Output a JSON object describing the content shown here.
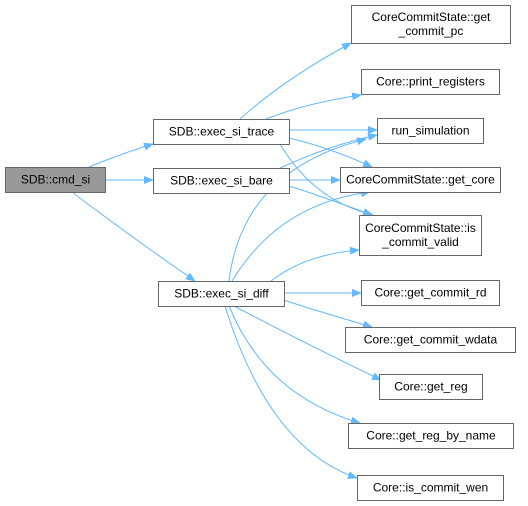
{
  "diagram": {
    "edge_color": "#63b8ff",
    "root_fill": "#999999",
    "node_fill": "#ffffff",
    "border_color": "#666666",
    "nodes": [
      {
        "id": "cmd_si",
        "lines": [
          "SDB::cmd_si"
        ],
        "root": true
      },
      {
        "id": "exec_si_trace",
        "lines": [
          "SDB::exec_si_trace"
        ]
      },
      {
        "id": "exec_si_bare",
        "lines": [
          "SDB::exec_si_bare"
        ]
      },
      {
        "id": "exec_si_diff",
        "lines": [
          "SDB::exec_si_diff"
        ]
      },
      {
        "id": "get_commit_pc",
        "lines": [
          "CoreCommitState::get",
          "_commit_pc"
        ]
      },
      {
        "id": "print_registers",
        "lines": [
          "Core::print_registers"
        ]
      },
      {
        "id": "run_simulation",
        "lines": [
          "run_simulation"
        ]
      },
      {
        "id": "get_core",
        "lines": [
          "CoreCommitState::get_core"
        ]
      },
      {
        "id": "is_commit_valid",
        "lines": [
          "CoreCommitState::is",
          "_commit_valid"
        ]
      },
      {
        "id": "get_commit_rd",
        "lines": [
          "Core::get_commit_rd"
        ]
      },
      {
        "id": "get_commit_wdata",
        "lines": [
          "Core::get_commit_wdata"
        ]
      },
      {
        "id": "get_reg",
        "lines": [
          "Core::get_reg"
        ]
      },
      {
        "id": "get_reg_by_name",
        "lines": [
          "Core::get_reg_by_name"
        ]
      },
      {
        "id": "is_commit_wen",
        "lines": [
          "Core::is_commit_wen"
        ]
      }
    ],
    "edges": [
      {
        "from": "cmd_si",
        "to": "exec_si_trace"
      },
      {
        "from": "cmd_si",
        "to": "exec_si_bare"
      },
      {
        "from": "cmd_si",
        "to": "exec_si_diff"
      },
      {
        "from": "exec_si_trace",
        "to": "get_commit_pc"
      },
      {
        "from": "exec_si_trace",
        "to": "print_registers"
      },
      {
        "from": "exec_si_trace",
        "to": "run_simulation"
      },
      {
        "from": "exec_si_trace",
        "to": "get_core"
      },
      {
        "from": "exec_si_trace",
        "to": "is_commit_valid"
      },
      {
        "from": "exec_si_bare",
        "to": "run_simulation"
      },
      {
        "from": "exec_si_bare",
        "to": "get_core"
      },
      {
        "from": "exec_si_bare",
        "to": "is_commit_valid"
      },
      {
        "from": "exec_si_diff",
        "to": "run_simulation"
      },
      {
        "from": "exec_si_diff",
        "to": "get_core"
      },
      {
        "from": "exec_si_diff",
        "to": "is_commit_valid"
      },
      {
        "from": "exec_si_diff",
        "to": "get_commit_rd"
      },
      {
        "from": "exec_si_diff",
        "to": "get_commit_wdata"
      },
      {
        "from": "exec_si_diff",
        "to": "get_reg"
      },
      {
        "from": "exec_si_diff",
        "to": "get_reg_by_name"
      },
      {
        "from": "exec_si_diff",
        "to": "is_commit_wen"
      }
    ]
  }
}
